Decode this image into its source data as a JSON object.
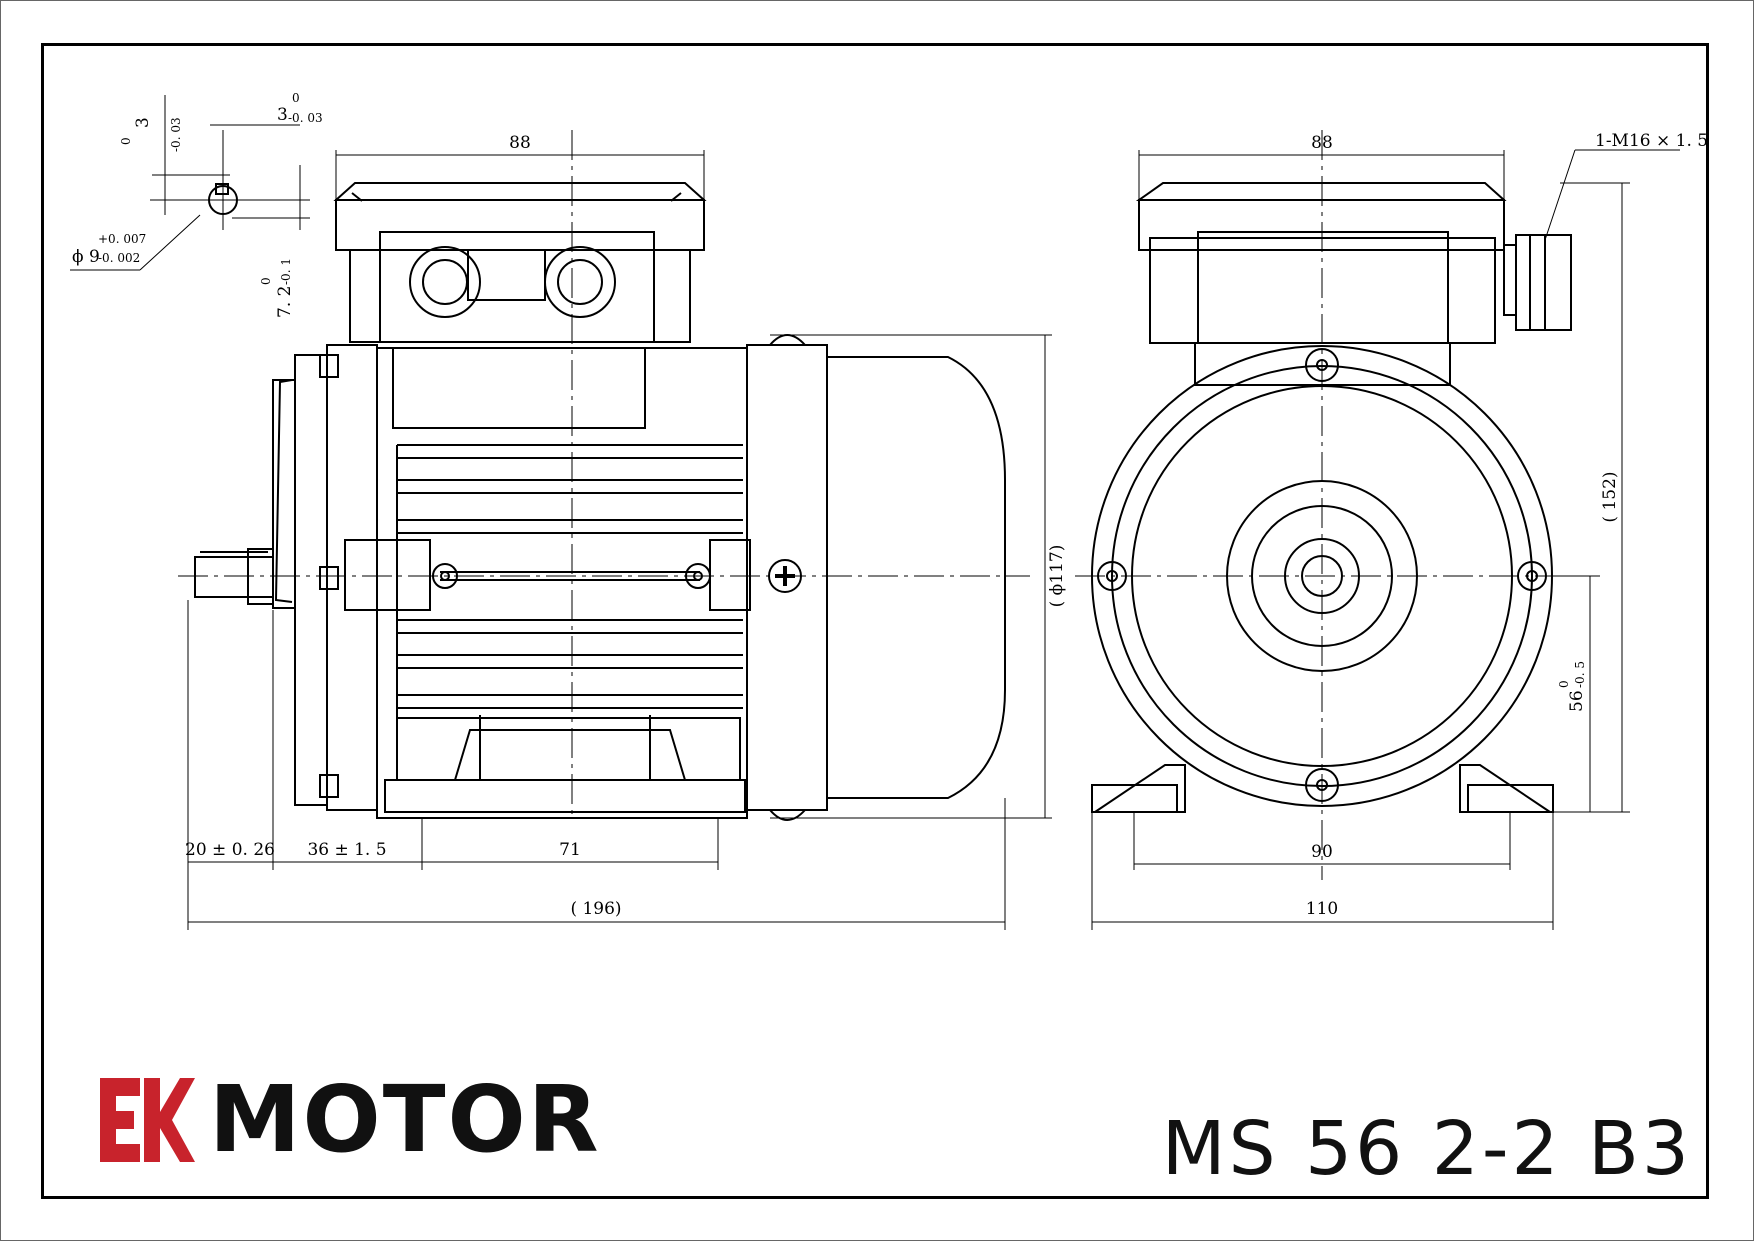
{
  "brand": {
    "name": "MOTOR",
    "mark": "EK",
    "mark_color": "#c8232c"
  },
  "model": "MS 56 2-2 B3",
  "dimensions": {
    "side_view": {
      "terminal_box_width": "88",
      "height_dia": "( ϕ117)",
      "shaft_length": "20 ± 0. 26",
      "flange_to_foot": "36 ± 1. 5",
      "foot_spacing": "71",
      "overall_length": "( 196)"
    },
    "shaft_detail": {
      "key_width": "3",
      "key_width_tol_upper": "0",
      "key_width_tol_lower": "-0. 03",
      "key_height": "3",
      "key_height_tol_upper": "0",
      "key_height_tol_lower": "-0. 03",
      "shaft_dia": "ϕ 9",
      "shaft_dia_tol_upper": "+0. 007",
      "shaft_dia_tol_lower": "-0. 002",
      "keyway_depth": "7. 2",
      "keyway_depth_tol_upper": "0",
      "keyway_depth_tol_lower": "-0. 1"
    },
    "end_view": {
      "terminal_box_width": "88",
      "cable_gland": "1-M16 × 1. 5",
      "overall_height": "( 152)",
      "shaft_height": "56",
      "shaft_height_tol_upper": "0",
      "shaft_height_tol_lower": "-0. 5",
      "foot_hole_spacing": "90",
      "foot_width": "110"
    }
  }
}
